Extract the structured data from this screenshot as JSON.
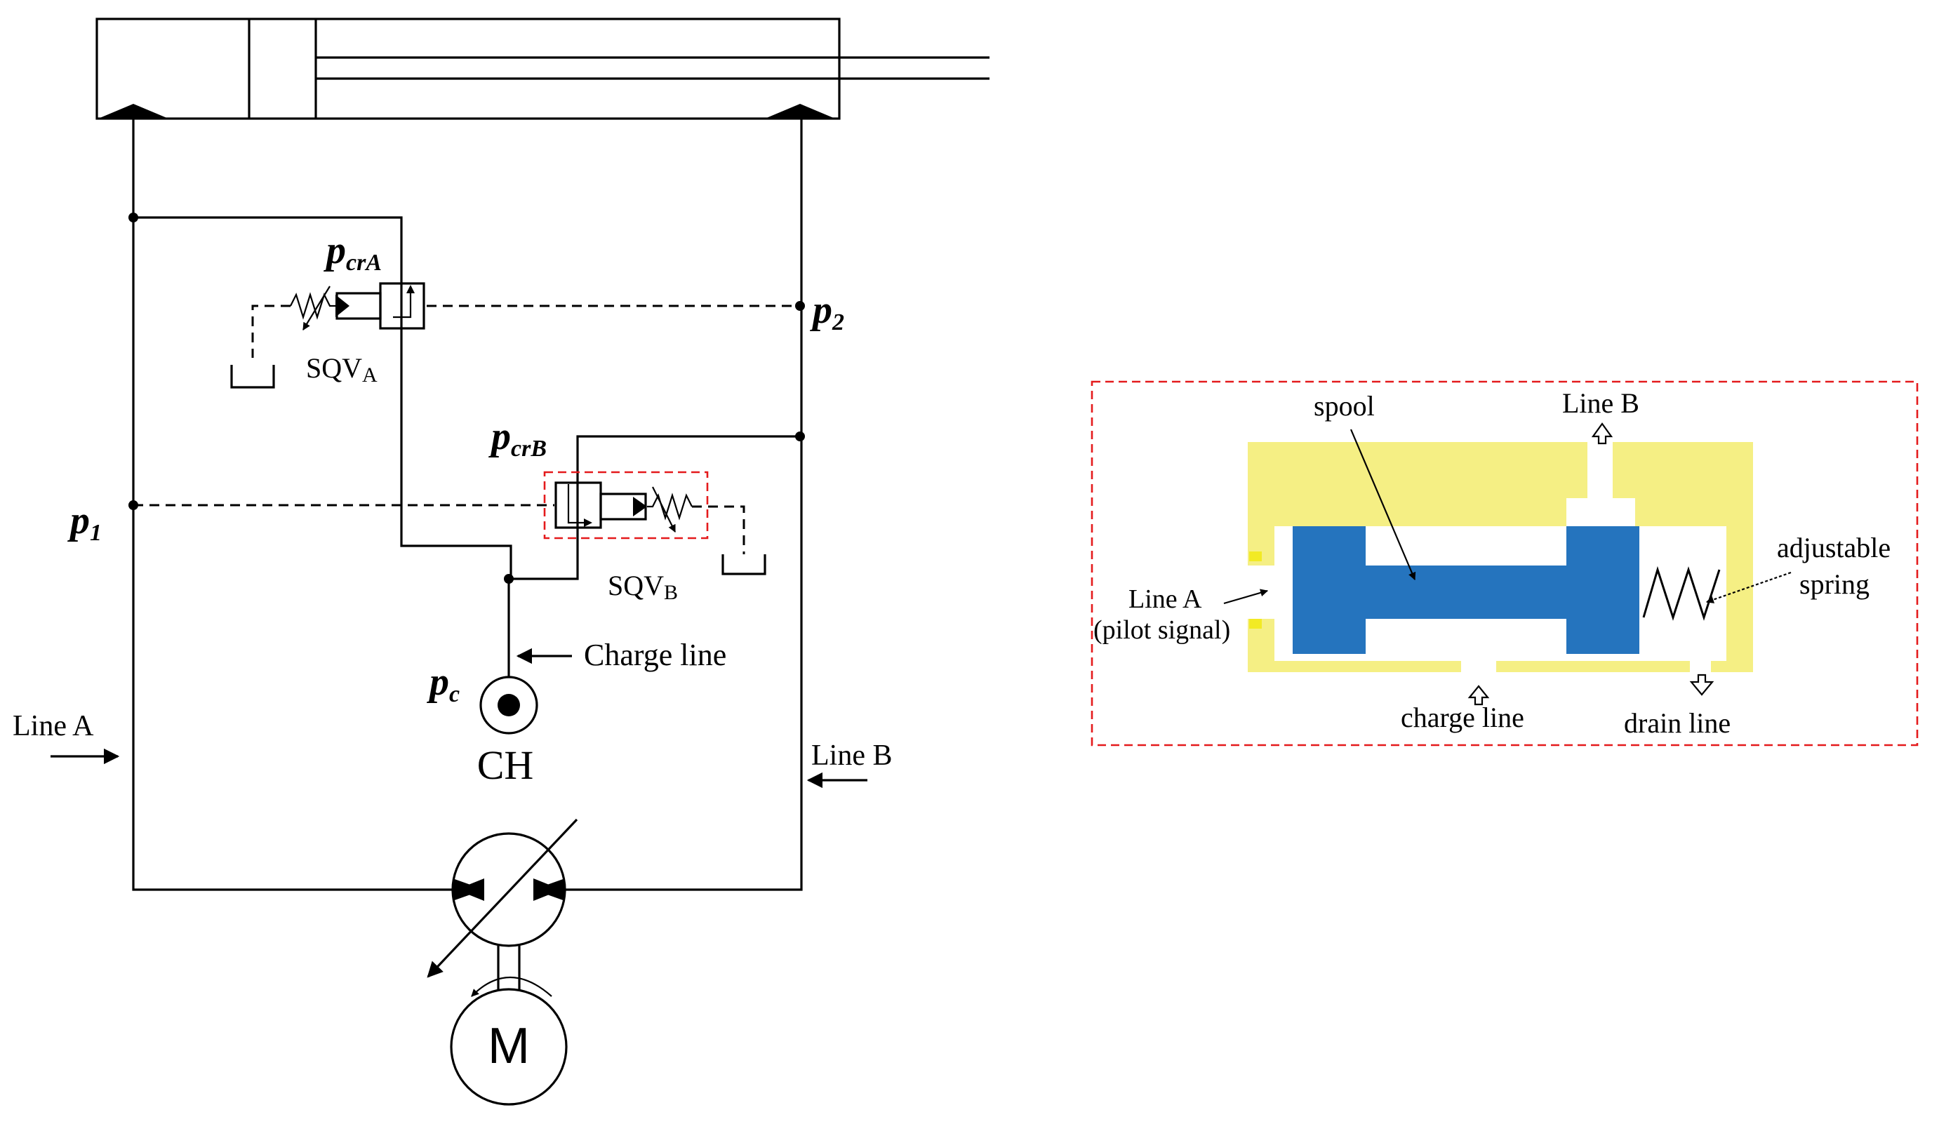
{
  "colors": {
    "line": "#000000",
    "valve_highlight": "#e41a1c",
    "valve_body": "#f5ef84",
    "spool": "#2574be",
    "chamber": "#ffffff"
  },
  "circuit": {
    "pressure_labels": {
      "p_cr_a": {
        "main": "p",
        "sub": "crA"
      },
      "p_cr_b": {
        "main": "p",
        "sub": "crB"
      },
      "p1": {
        "main": "p",
        "sub": "1"
      },
      "p2": {
        "main": "p",
        "sub": "2"
      },
      "pc": {
        "main": "p",
        "sub": "c"
      }
    },
    "valves": {
      "sqv_a": {
        "main": "SQV",
        "sub": "A"
      },
      "sqv_b": {
        "main": "SQV",
        "sub": "B"
      }
    },
    "labels": {
      "charge_line": "Charge line",
      "charge_pump": "CH",
      "line_a": "Line A",
      "line_b": "Line B",
      "motor": "M"
    },
    "icons": {
      "cylinder": "hydraulic-cylinder-icon",
      "pump": "variable-displacement-pump-icon",
      "motor": "electric-motor-icon",
      "charge_pump": "charge-pump-icon",
      "tank": "tank-icon"
    }
  },
  "detail": {
    "labels": {
      "spool": "spool",
      "line_b": "Line B",
      "adjustable": "adjustable",
      "spring": "spring",
      "line_a": "Line A",
      "pilot_signal": "(pilot signal)",
      "charge_line": "charge line",
      "drain_line": "drain line"
    }
  }
}
